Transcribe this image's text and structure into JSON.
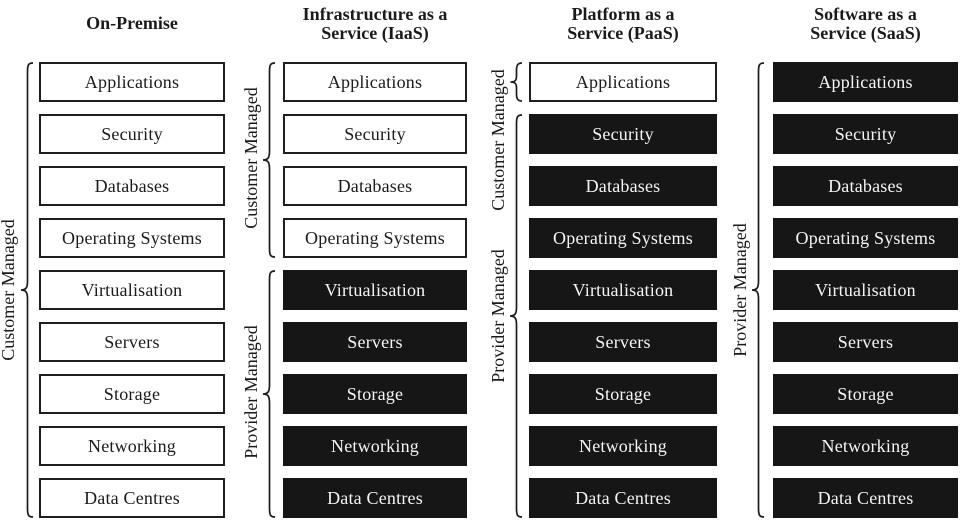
{
  "columns": [
    {
      "title": "On-Premise",
      "brackets": [
        {
          "label": "Customer Managed"
        }
      ],
      "boxes": [
        {
          "label": "Applications",
          "managed": "customer"
        },
        {
          "label": "Security",
          "managed": "customer"
        },
        {
          "label": "Databases",
          "managed": "customer"
        },
        {
          "label": "Operating Systems",
          "managed": "customer"
        },
        {
          "label": "Virtualisation",
          "managed": "customer"
        },
        {
          "label": "Servers",
          "managed": "customer"
        },
        {
          "label": "Storage",
          "managed": "customer"
        },
        {
          "label": "Networking",
          "managed": "customer"
        },
        {
          "label": "Data Centres",
          "managed": "customer"
        }
      ]
    },
    {
      "title": "Infrastructure as a\nService (IaaS)",
      "brackets": [
        {
          "label": "Customer Managed"
        },
        {
          "label": "Provider Managed"
        }
      ],
      "boxes": [
        {
          "label": "Applications",
          "managed": "customer"
        },
        {
          "label": "Security",
          "managed": "customer"
        },
        {
          "label": "Databases",
          "managed": "customer"
        },
        {
          "label": "Operating Systems",
          "managed": "customer"
        },
        {
          "label": "Virtualisation",
          "managed": "provider"
        },
        {
          "label": "Servers",
          "managed": "provider"
        },
        {
          "label": "Storage",
          "managed": "provider"
        },
        {
          "label": "Networking",
          "managed": "provider"
        },
        {
          "label": "Data Centres",
          "managed": "provider"
        }
      ]
    },
    {
      "title": "Platform as a\nService (PaaS)",
      "brackets": [
        {
          "label": "Customer Managed"
        },
        {
          "label": "Provider Managed"
        }
      ],
      "boxes": [
        {
          "label": "Applications",
          "managed": "customer"
        },
        {
          "label": "Security",
          "managed": "provider"
        },
        {
          "label": "Databases",
          "managed": "provider"
        },
        {
          "label": "Operating Systems",
          "managed": "provider"
        },
        {
          "label": "Virtualisation",
          "managed": "provider"
        },
        {
          "label": "Servers",
          "managed": "provider"
        },
        {
          "label": "Storage",
          "managed": "provider"
        },
        {
          "label": "Networking",
          "managed": "provider"
        },
        {
          "label": "Data Centres",
          "managed": "provider"
        }
      ]
    },
    {
      "title": "Software as a\nService (SaaS)",
      "brackets": [
        {
          "label": "Provider Managed"
        }
      ],
      "boxes": [
        {
          "label": "Applications",
          "managed": "provider"
        },
        {
          "label": "Security",
          "managed": "provider"
        },
        {
          "label": "Databases",
          "managed": "provider"
        },
        {
          "label": "Operating Systems",
          "managed": "provider"
        },
        {
          "label": "Virtualisation",
          "managed": "provider"
        },
        {
          "label": "Servers",
          "managed": "provider"
        },
        {
          "label": "Storage",
          "managed": "provider"
        },
        {
          "label": "Networking",
          "managed": "provider"
        },
        {
          "label": "Data Centres",
          "managed": "provider"
        }
      ]
    }
  ],
  "colors": {
    "provider_fill": "#161616",
    "provider_text": "#f5f5f5",
    "customer_fill": "#ffffff",
    "line": "#1c1c1c"
  }
}
